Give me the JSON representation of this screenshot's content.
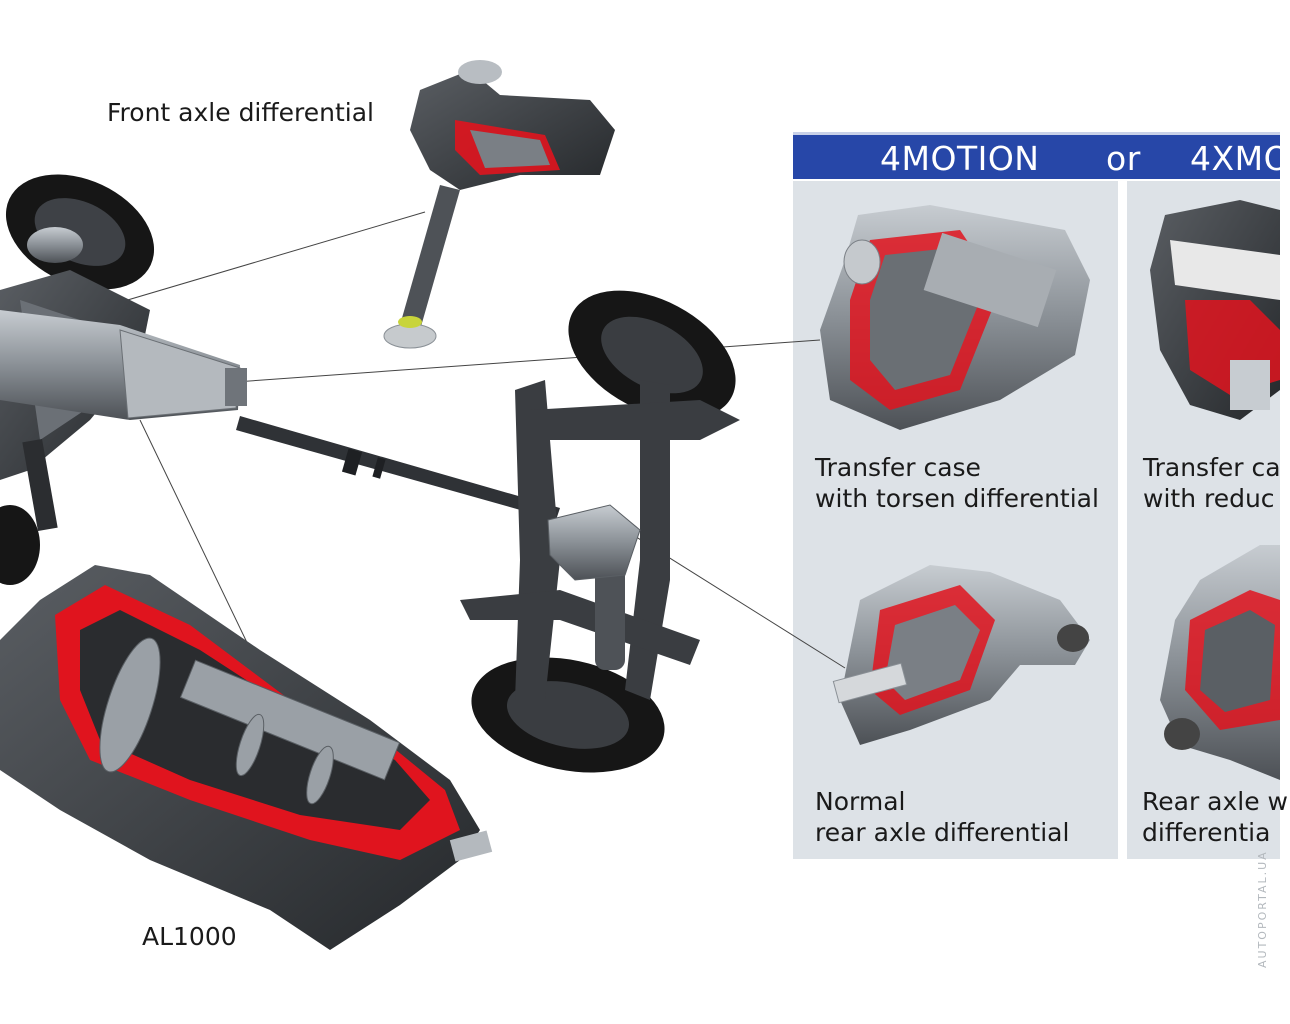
{
  "header": {
    "option_a": "4MOTION",
    "conjunction": "or",
    "option_b": "4XMO"
  },
  "labels": {
    "front_axle": "Front axle differential",
    "transmission": "AL1000",
    "transfer_torsen": "Transfer case\nwith torsen differential",
    "rear_normal": "Normal\nrear axle differential",
    "transfer_reduction_line1": "Transfer ca",
    "transfer_reduction_line2": "with reduc",
    "rear_locking_line1": "Rear axle w",
    "rear_locking_line2": "differentia"
  },
  "watermark": "AUTOPORTAL.UA",
  "colors": {
    "banner": "#2747a8",
    "panel": "#dde2e7",
    "cutaway_red": "#e0141e",
    "metal_dark": "#3a3d41",
    "metal_light": "#9aa0a6",
    "tire": "#141414"
  }
}
